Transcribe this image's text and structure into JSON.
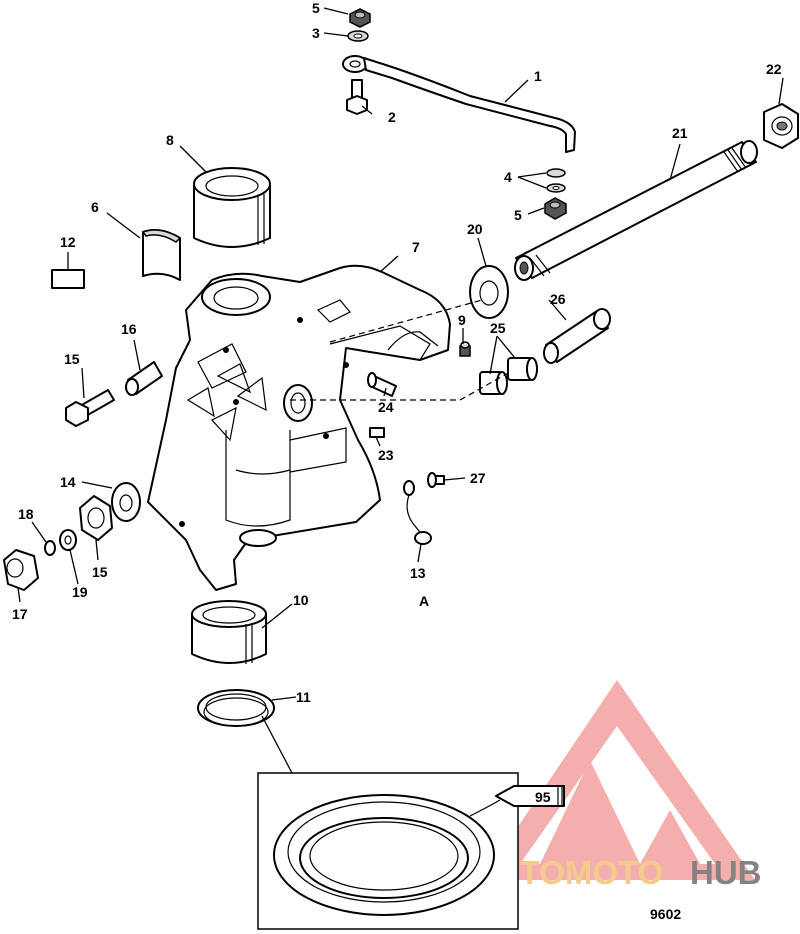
{
  "figure_number": "9602",
  "view_label": "A",
  "sealant_tube_label": "95",
  "watermark": {
    "part1": "AUTOMOTO",
    "part2": "HUB",
    "color_red": "#f08080",
    "color_orange": "#f4c27a",
    "color_dark": "#6e6e6e"
  },
  "callouts": [
    "1",
    "2",
    "3",
    "4",
    "5",
    "5",
    "6",
    "7",
    "8",
    "9",
    "10",
    "11",
    "12",
    "13",
    "14",
    "15",
    "15",
    "16",
    "17",
    "18",
    "19",
    "20",
    "21",
    "22",
    "23",
    "24",
    "25",
    "26",
    "27"
  ]
}
